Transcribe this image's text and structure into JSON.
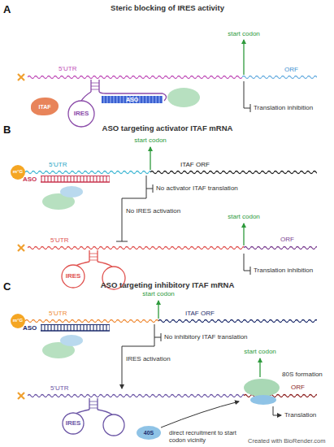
{
  "diagram": {
    "nodes": [
      {
        "text": [
          "ITAF"
        ]
      },
      {
        "text": [
          "ASO"
        ]
      },
      {
        "text": [
          "40S"
        ]
      }
    ],
    "labels": [
      "A",
      "Steric blocking of IRES activity",
      "5'UTR",
      "IRES",
      "start codon",
      "ORF",
      "Translation inhibition",
      "B",
      "ASO targeting activator ITAF mRNA",
      "m⁷G",
      "5'UTR",
      "start codon",
      "ITAF ORF",
      "ASO",
      "No activator ITAF translation",
      "No IRES activation",
      "5'UTR",
      "start codon",
      "IRES",
      "ORF",
      "Translation inhibition",
      "C",
      "ASO targeting inhibitory ITAF mRNA",
      "m⁷G",
      "5'UTR",
      "start codon",
      "ITAF ORF",
      "ASO",
      "No inhibitory ITAF translation",
      "IRES activation",
      "5'UTR",
      "start codon",
      "80S formation",
      "IRES",
      "ORF",
      "Translation",
      "direct recruitment to start codon vicinity",
      "Created with BioRender.com"
    ]
  }
}
